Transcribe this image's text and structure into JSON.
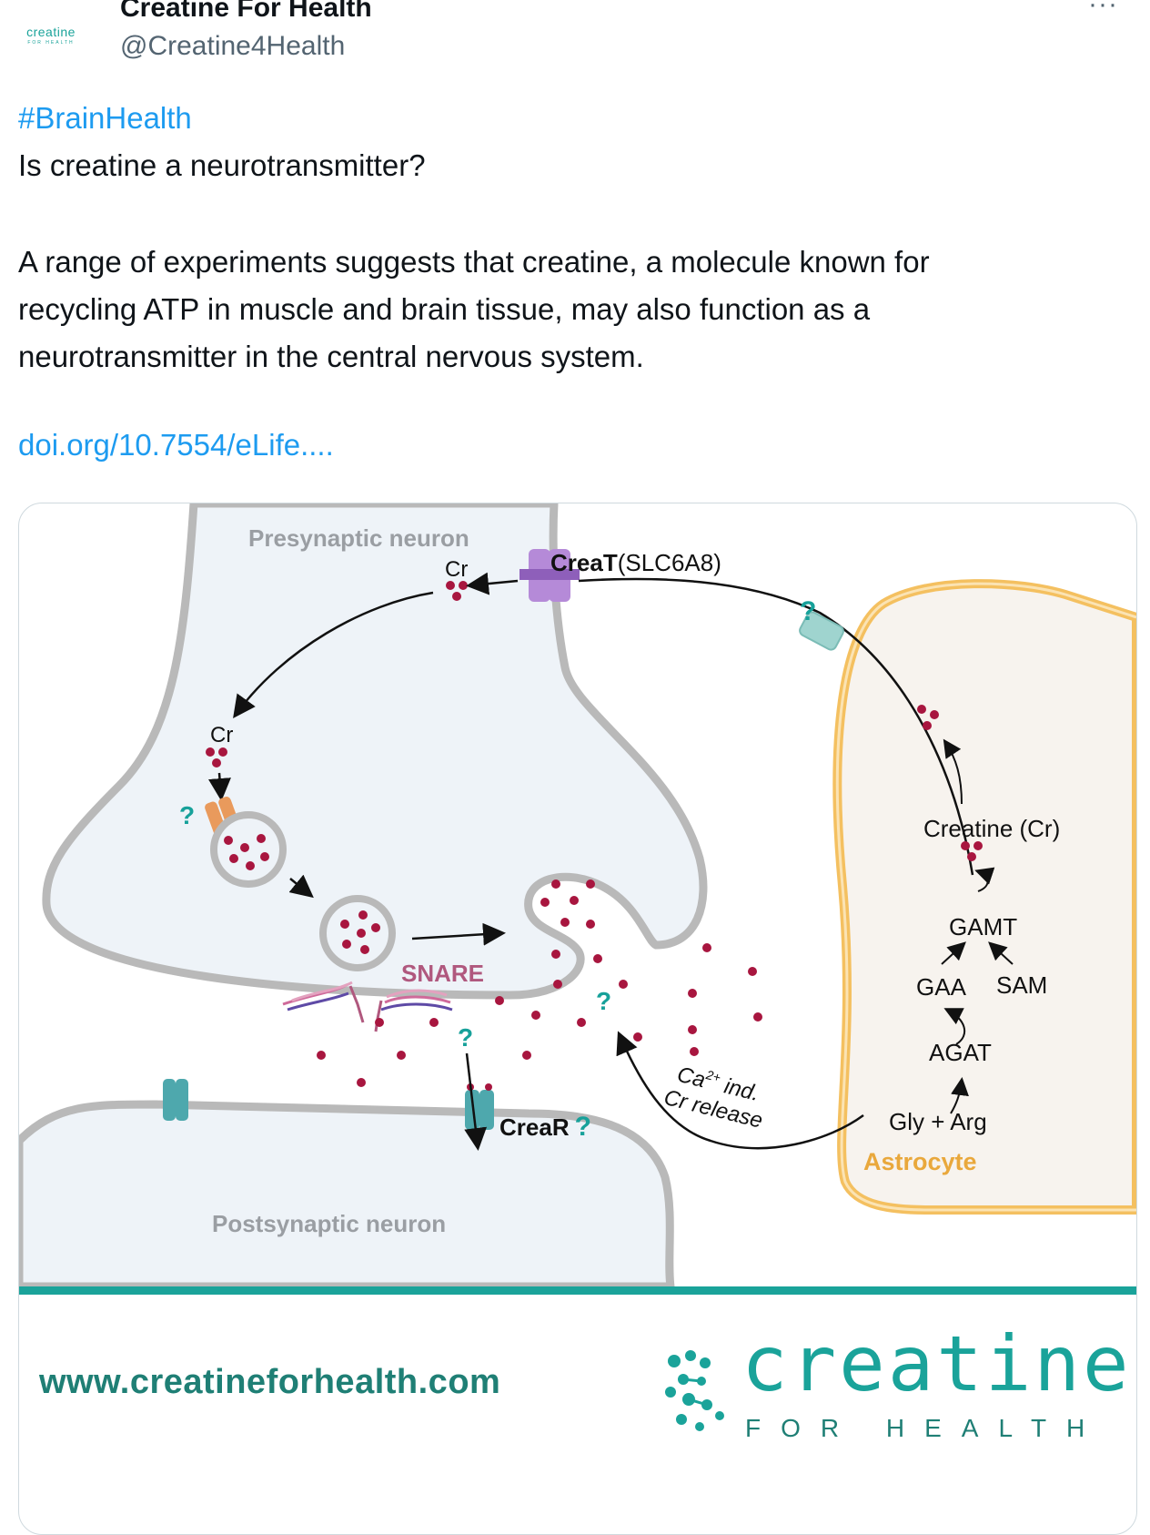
{
  "account": {
    "avatar_text": "creatine",
    "avatar_subtext": "FOR HEALTH",
    "display_name": "Creatine For Health",
    "handle": "@Creatine4Health",
    "more_icon": "more-icon",
    "more_glyph": "···"
  },
  "tweet": {
    "hashtag": "#BrainHealth",
    "question": "Is creatine a neurotransmitter?",
    "paragraph_lines": [
      "A range of experiments suggests that creatine, a molecule known for",
      "recycling ATP in muscle and brain tissue, may also function as a",
      "neurotransmitter in the central nervous system."
    ],
    "link": "doi.org/10.7554/eLife...."
  },
  "figure": {
    "presynaptic_label": "Presynaptic neuron",
    "postsynaptic_label": "Postsynaptic neuron",
    "cr_top": "Cr",
    "cr_left": "Cr",
    "creat_bold": "CreaT",
    "creat_gene": "(SLC6A8)",
    "snare": "SNARE",
    "crear": "CreaR",
    "question": "?",
    "ca_release_1": "Ca",
    "ca_release_sup": "2+",
    "ca_release_2": " ind.",
    "ca_release_3": "Cr release",
    "creatine_cr": "Creatine (Cr)",
    "gamt": "GAMT",
    "gaa": "GAA",
    "sam": "SAM",
    "agat": "AGAT",
    "gly_arg": "Gly + Arg",
    "astrocyte": "Astrocyte",
    "colors": {
      "neuron_fill": "#eef3f8",
      "membrane": "#b9b9b9",
      "astrocyte_fill": "#f7f3ee",
      "astrocyte_border": "#f4c060",
      "creatine_dot": "#a8163f",
      "teal_question": "#17a19a",
      "transporter": "#b58ad8",
      "footer_line": "#1aa39a"
    }
  },
  "footer": {
    "url": "www.creatineforhealth.com",
    "brand_word": "creatine",
    "brand_sub": "FOR HEALTH"
  }
}
